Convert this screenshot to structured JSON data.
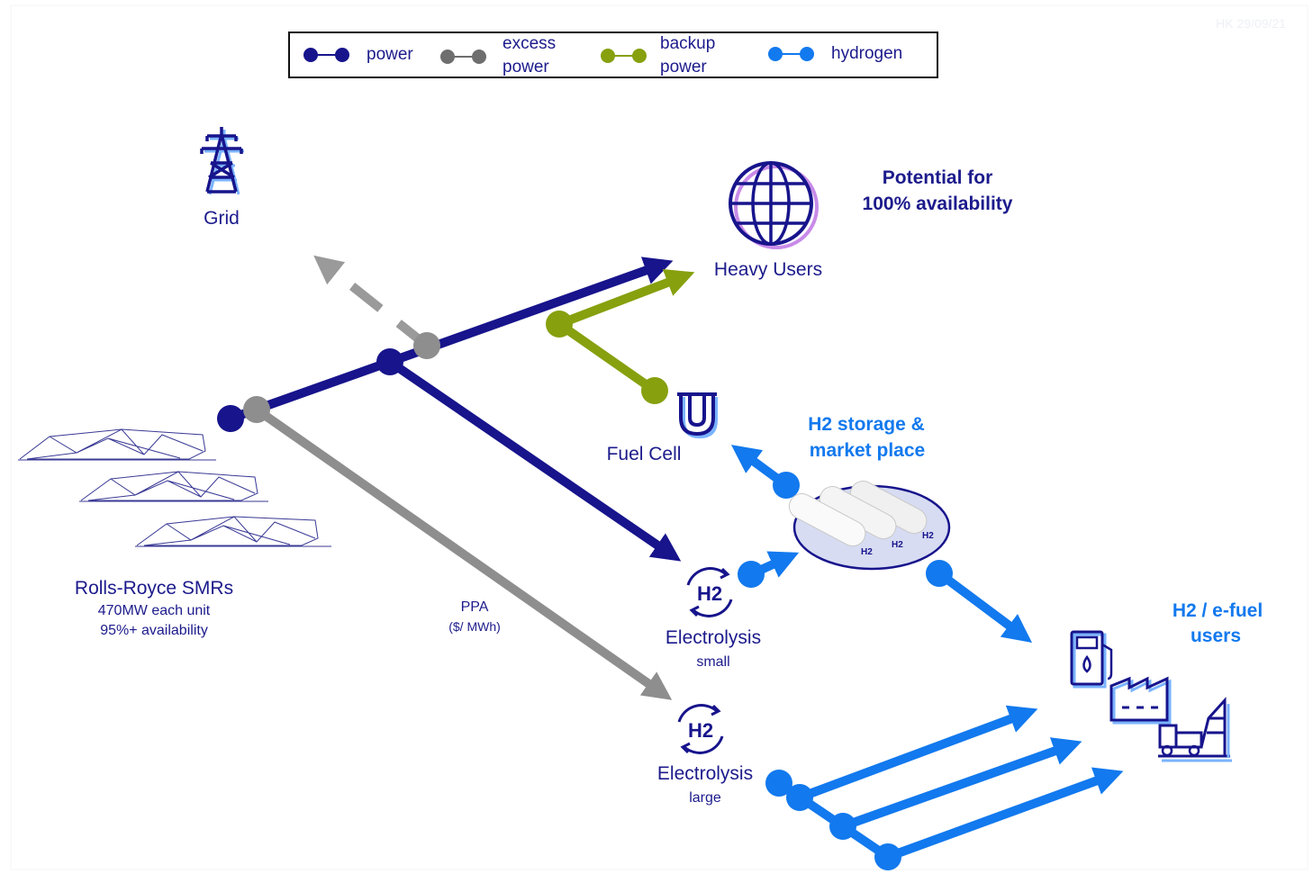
{
  "stamp": "HK 29/09/21",
  "legend": {
    "power": "power",
    "excess": [
      "excess",
      "power"
    ],
    "backup": [
      "backup",
      "power"
    ],
    "hydrogen": "hydrogen"
  },
  "nodes": {
    "grid": "Grid",
    "heavy_users": "Heavy Users",
    "availability": [
      "Potential for",
      "100% availability"
    ],
    "fuel_cell": "Fuel Cell",
    "storage": [
      "H2 storage &",
      "market place"
    ],
    "electrolysis_small": [
      "Electrolysis",
      "small"
    ],
    "electrolysis_large": [
      "Electrolysis",
      "large"
    ],
    "smrs": [
      "Rolls-Royce SMRs",
      "470MW each unit",
      "95%+ availability"
    ],
    "ppa": [
      "PPA",
      "($/ MWh)"
    ],
    "efuel_users": [
      "H2 / e-fuel",
      "users"
    ],
    "tank_label": "H2",
    "h2_badge": "H2"
  },
  "colors": {
    "power": "#17148c",
    "excess": "#8e8e8e",
    "backup": "#86a00e",
    "hydrogen": "#1279ee",
    "text": "#1c1b8c"
  },
  "icons": [
    "pylon-icon",
    "globe-icon",
    "fuel-cell-icon",
    "h2-electrolysis-icon",
    "hydrogen-tank-icon",
    "fuel-pump-icon",
    "factory-icon",
    "truck-icon",
    "reactor-building-icon"
  ]
}
